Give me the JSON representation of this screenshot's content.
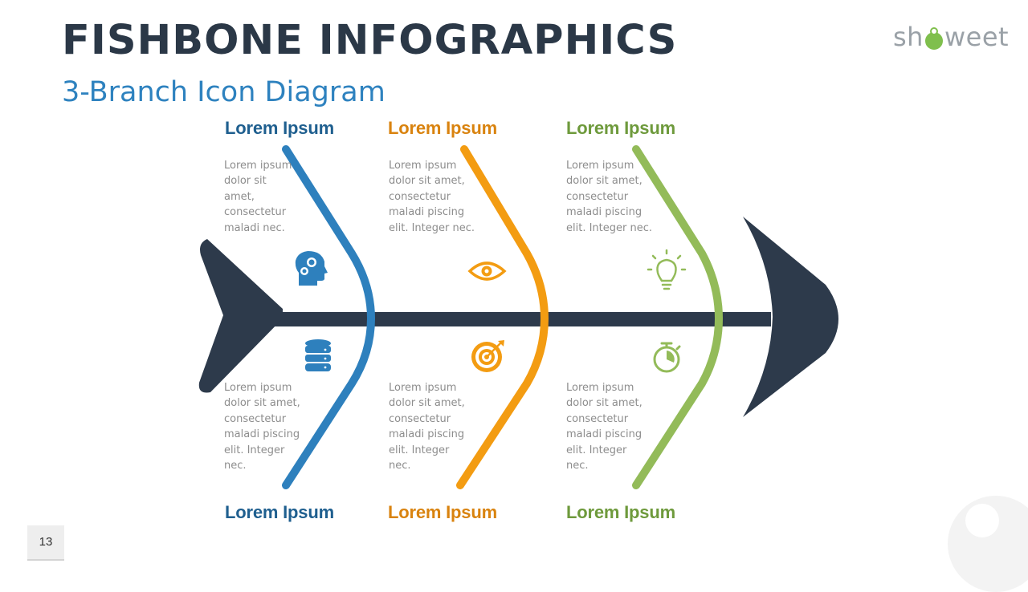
{
  "header": {
    "title": "FISHBONE INFOGRAPHICS",
    "subtitle": "3-Branch Icon Diagram",
    "logo_prefix": "sh",
    "logo_suffix": "weet"
  },
  "footer": {
    "page_number": "13"
  },
  "colors": {
    "spine": "#2d3a4b",
    "blue": "#2e80bd",
    "orange": "#f39c12",
    "green": "#93bb59"
  },
  "branches": [
    {
      "color": "blue",
      "top_title": "Lorem Ipsum",
      "top_text": "Lorem ipsum dolor sit amet, consectetur maladi nec.",
      "top_icon": "head-gears-icon",
      "bottom_title": "Lorem Ipsum",
      "bottom_text": "Lorem ipsum dolor sit amet, consectetur maladi piscing elit. Integer nec.",
      "bottom_icon": "database-icon"
    },
    {
      "color": "orange",
      "top_title": "Lorem Ipsum",
      "top_text": "Lorem ipsum dolor sit amet, consectetur maladi piscing elit. Integer nec.",
      "top_icon": "eye-icon",
      "bottom_title": "Lorem Ipsum",
      "bottom_text": "Lorem ipsum dolor sit amet, consectetur maladi piscing elit. Integer nec.",
      "bottom_icon": "target-icon"
    },
    {
      "color": "green",
      "top_title": "Lorem Ipsum",
      "top_text": "Lorem ipsum dolor sit amet, consectetur maladi piscing elit. Integer nec.",
      "top_icon": "lightbulb-icon",
      "bottom_title": "Lorem Ipsum",
      "bottom_text": "Lorem ipsum dolor sit amet, consectetur maladi piscing elit. Integer nec.",
      "bottom_icon": "stopwatch-icon"
    }
  ]
}
